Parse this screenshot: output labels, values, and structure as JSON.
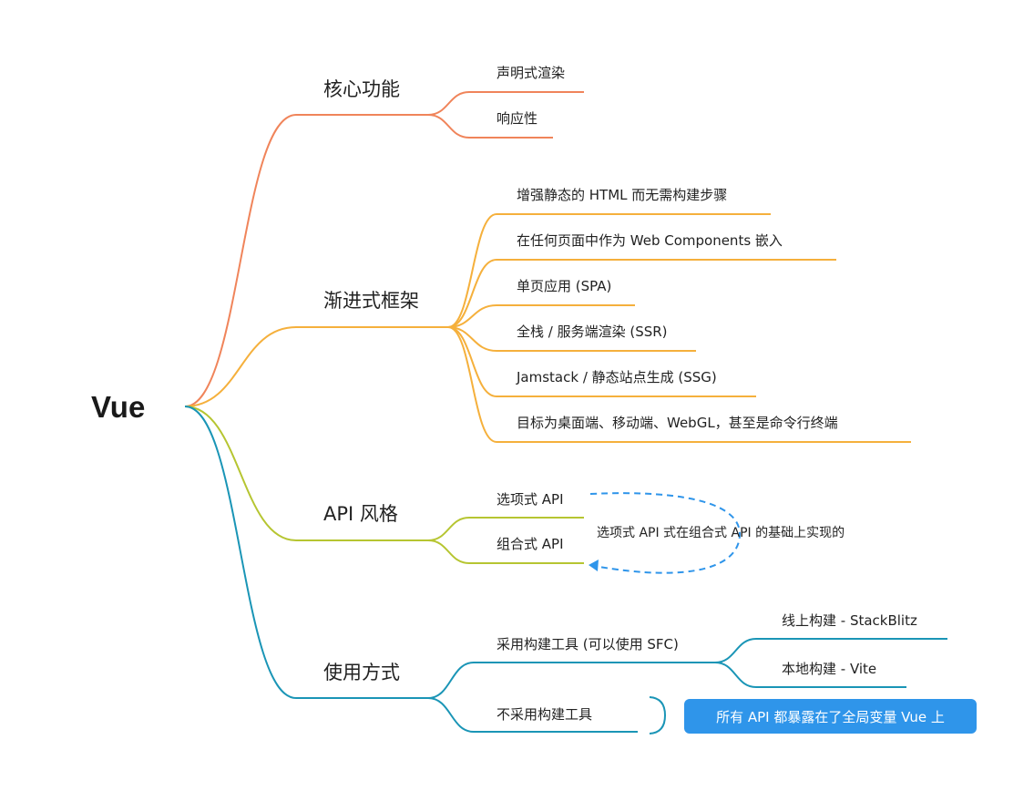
{
  "root": {
    "label": "Vue"
  },
  "colors": {
    "core": "#f0845a",
    "progressive": "#f5b03c",
    "api": "#b6c531",
    "usage": "#1a95b6",
    "relation": "#2f95ea",
    "callout": "#2f95ea"
  },
  "branches": {
    "core": {
      "label": "核心功能",
      "children": [
        "声明式渲染",
        "响应性"
      ]
    },
    "progressive": {
      "label": "渐进式框架",
      "children": [
        "增强静态的 HTML 而无需构建步骤",
        "在任何页面中作为 Web Components 嵌入",
        "单页应用 (SPA)",
        "全栈 / 服务端渲染 (SSR)",
        "Jamstack / 静态站点生成 (SSG)",
        "目标为桌面端、移动端、WebGL，甚至是命令行终端"
      ]
    },
    "api": {
      "label": "API 风格",
      "children": [
        "选项式 API",
        "组合式 API"
      ],
      "relation_note": "选项式 API 式在组合式 API 的基础上实现的"
    },
    "usage": {
      "label": "使用方式",
      "with_build": {
        "label": "采用构建工具 (可以使用 SFC)",
        "children": [
          "线上构建 - StackBlitz",
          "本地构建 - Vite"
        ]
      },
      "without_build": {
        "label": "不采用构建工具",
        "callout": "所有 API 都暴露在了全局变量 Vue 上"
      }
    }
  }
}
